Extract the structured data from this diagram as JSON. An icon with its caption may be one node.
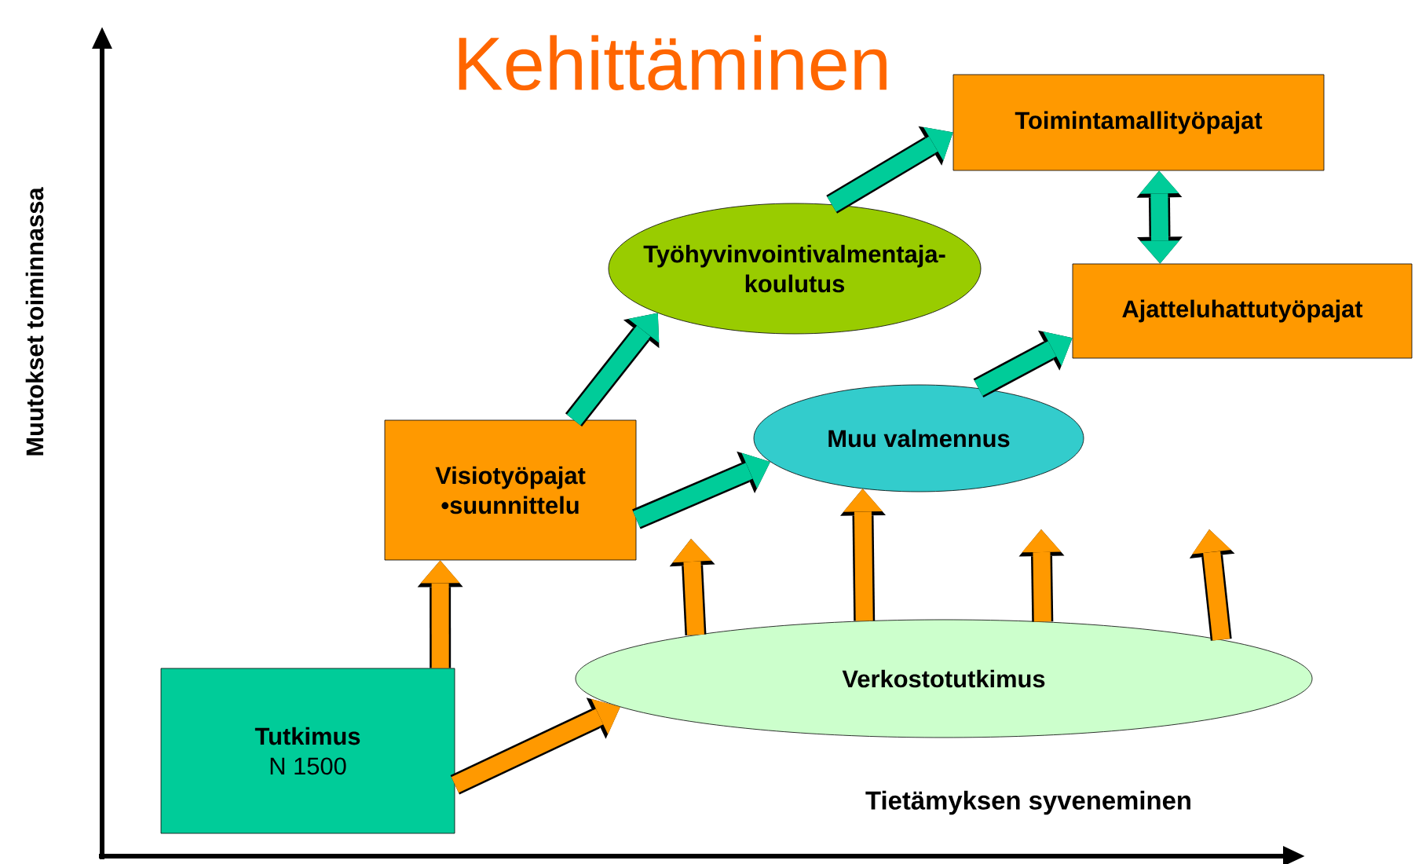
{
  "diagram": {
    "title": "Kehittäminen",
    "nodes": [
      {
        "text": [
          "Tutkimus",
          "N 1500"
        ]
      },
      {
        "text": [
          "Visiotyöpajat",
          "•suunnittelu"
        ]
      },
      {
        "text": [
          "Verkostotutkimus"
        ]
      },
      {
        "text": [
          "Muu valmennus"
        ]
      },
      {
        "text": [
          "Työhyvinvointivalmentaja- koulutus"
        ]
      },
      {
        "text": [
          "Toimintamallityöpajat"
        ]
      },
      {
        "text": [
          "Ajatteluhattutyöpajat"
        ]
      }
    ],
    "edges": [
      {
        "from": 0,
        "to": 1,
        "arrow": "to"
      },
      {
        "from": 0,
        "to": 2,
        "arrow": "to"
      },
      {
        "from": 1,
        "to": 4,
        "arrow": "to",
        "color": "#00cc99"
      },
      {
        "from": 1,
        "to": 3,
        "arrow": "to",
        "color": "#00cc99"
      },
      {
        "from": 2,
        "to": null,
        "arrow": "to"
      },
      {
        "from": 2,
        "to": 3,
        "arrow": "to"
      },
      {
        "from": 2,
        "to": null,
        "arrow": "to"
      },
      {
        "from": 2,
        "to": null,
        "arrow": "to"
      },
      {
        "from": 3,
        "to": 6,
        "arrow": "to",
        "color": "#00cc99"
      },
      {
        "from": 4,
        "to": 5,
        "arrow": "to",
        "color": "#00cc99"
      },
      {
        "from": 5,
        "to": 6,
        "arrow": "both",
        "color": "#00cc99"
      }
    ],
    "labels": [
      "Muutokset toiminnassa",
      "Tietämyksen syveneminen"
    ]
  }
}
